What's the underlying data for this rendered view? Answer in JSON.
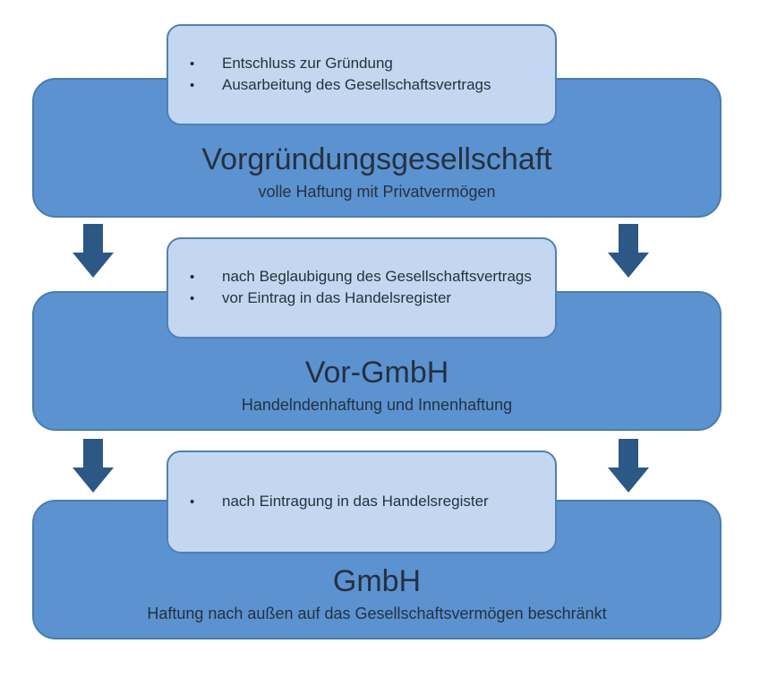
{
  "colors": {
    "stage_fill": "#5B93D1",
    "stage_border": "#4A7CAE",
    "callout_fill": "#C3D8F0",
    "callout_border": "#5180B5",
    "arrow_fill": "#2B5885",
    "text": "#26313C",
    "background": "#FFFFFF"
  },
  "stages": [
    {
      "title": "Vorgründungsgesellschaft",
      "subtitle": "volle Haftung mit Privatvermögen",
      "bullets": [
        "Entschluss zur Gründung",
        "Ausarbeitung des Gesellschaftsvertrags"
      ]
    },
    {
      "title": "Vor-GmbH",
      "subtitle": "Handelndenhaftung und Innenhaftung",
      "bullets": [
        "nach Beglaubigung des Gesellschaftsvertrags",
        "vor Eintrag in das Handelsregister"
      ]
    },
    {
      "title": "GmbH",
      "subtitle": "Haftung nach außen auf das Gesellschaftsvermögen beschränkt",
      "bullets": [
        "nach Eintragung in das Handelsregister"
      ]
    }
  ]
}
